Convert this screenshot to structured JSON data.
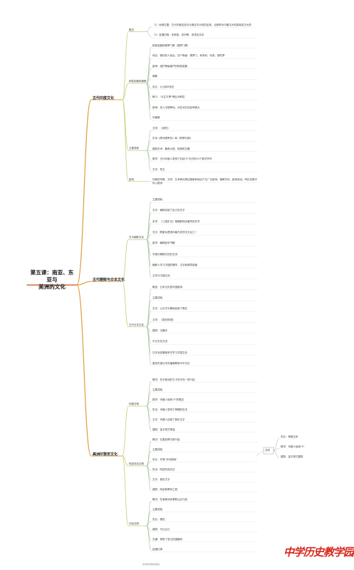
{
  "root": {
    "title_line1": "第五课：南亚、东亚与",
    "title_line2": "美洲的文化"
  },
  "colors": {
    "root_line": "#d96a3c",
    "branch": "#e0a34a",
    "sub": "#c8cf7a",
    "leaf": "#93b88a"
  },
  "branches": [
    {
      "label": "古代印度文化",
      "subs": [
        {
          "label": "概况",
          "leaves": [
            "（1）地域位置：古代印度包括今天南亚次大陆的区域，也被称为印度次大陆或南亚次大陆",
            "（2）发展历程：多种族、多宗教、多语言共存"
          ]
        },
        {
          "label": "种姓制度和佛教",
          "leaves": [
            "种姓制度和婆罗门教（婆罗门教）",
            "地位：雅利安人统治，四个等级：婆罗门、刹帝利、吠舍、首陀罗",
            "影响：维护等级森严的种姓制度",
            "佛教",
            "创立：公元前6世纪",
            "教义：\"众生平等\"等反对种姓",
            "影响：传入中国等地，对亚洲文化影响很大",
            "印度教"
          ]
        },
        {
          "label": "主要成就",
          "leaves": [
            "文学：《吠陀》",
            "史诗《摩诃婆罗多》和《罗摩衍那》",
            "建筑艺术：桑奇大塔、阿旃陀石窟",
            "数学：古代印度人发明了包括\"0\"在内的10个数字符号",
            "文字：梵文"
          ]
        },
        {
          "label": "影响",
          "leaves": [
            "印度的宗教、文学、艺术等对周边国家和地区产生广泛影响，佛教东传，影响深远；阿拉伯数字传入欧洲"
          ]
        }
      ]
    },
    {
      "label": "古代朝鲜与日本文化",
      "subs": [
        {
          "label": "古代朝鲜文化",
          "leaves": [
            "主要成就",
            "文字：朝鲜创制了自己的文字",
            "史学：《三国史记》是朝鲜现存最早的史书",
            "天文：瞻星台是现存最古老的天文台之一",
            "医学：朝鲜医学书籍",
            "中国与朝鲜文化的交流",
            "朝鲜人学习中国的儒学、汉字和典章制度",
            "文学与中国交流"
          ]
        },
        {
          "label": "古代日本文化",
          "leaves": [
            "概述：日本文化受中国影响",
            "主要成就",
            "文字：以汉字为基础创造了假名",
            "文学：《源氏物语》",
            "建筑：法隆寺",
            "中日文化交流",
            "日本派遣唐使来华学习中国文化",
            "鉴真东渡日本传播佛教和中华文化"
          ]
        }
      ]
    },
    {
      "label": "美洲印第安文化",
      "subs": [
        {
          "label": "玛雅文明",
          "leaves": [
            "概况：在中美洲的尤卡坦半岛一带兴起",
            "主要成就",
            "数学：玛雅人使用\"0\"的概念",
            "历法：玛雅人发明了精确的历法",
            "文字：玛雅人创造了象形文字",
            "建筑：金字塔式神庙"
          ]
        },
        {
          "label": "阿兹特克文明",
          "leaves": [
            "概况：在墨西哥中部兴起",
            "主要成就",
            "农业：开垦\"浮动园地\"",
            "历法：阿兹特克历法",
            "文字：象形文字",
            "建筑：特诺奇蒂特兰城"
          ]
        },
        {
          "label": "印加文明",
          "leaves": [
            "概况：在南美洲安第斯山区兴起",
            "主要成就",
            "农业：梯田",
            "建筑：马丘比丘",
            "交通：修筑了发达的道路网",
            "结绳记事"
          ]
        }
      ]
    }
  ],
  "side_note": {
    "label": "共同",
    "items": [
      "农业：种植玉米",
      "数学：玛雅人使用\"0\"",
      "建筑：金字塔式建筑"
    ]
  },
  "watermark": "中学历史教学园地",
  "footer": "中学历史教学园地"
}
